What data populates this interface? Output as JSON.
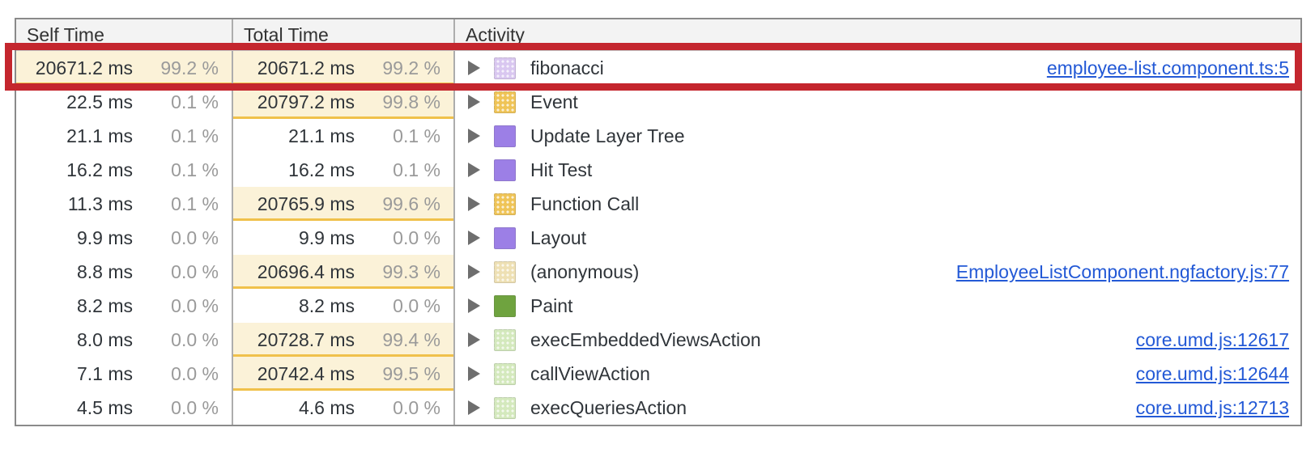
{
  "panel": "performance-call-tree",
  "colors": {
    "highlight_red": "#c4262e",
    "hot_cell_background": "#fbf2d8",
    "hot_cell_underline": "#f0c14b",
    "link_blue": "#2359d6"
  },
  "icons": {
    "js-frame": {
      "color": "#d9c7f0",
      "textured": true
    },
    "scripting-event": {
      "color": "#efc457",
      "textured": true
    },
    "rendering": {
      "color": "#9c7fe6",
      "textured": false
    },
    "painting": {
      "color": "#6fa33f",
      "textured": false
    },
    "anonymous-frame": {
      "color": "#eee0b4",
      "textured": true
    },
    "green-action": {
      "color": "#d4e9bd",
      "textured": true
    }
  },
  "table": {
    "columns": [
      {
        "label": "Self Time"
      },
      {
        "label": "Total Time"
      },
      {
        "label": "Activity"
      }
    ],
    "rows": [
      {
        "self_time": "20671.2 ms",
        "self_pct": "99.2 %",
        "self_hot": true,
        "total_time": "20671.2 ms",
        "total_pct": "99.2 %",
        "total_hot": true,
        "activity": "fibonacci",
        "icon": "js-frame",
        "link": "employee-list.component.ts:5",
        "highlighted": true
      },
      {
        "self_time": "22.5 ms",
        "self_pct": "0.1 %",
        "self_hot": false,
        "total_time": "20797.2 ms",
        "total_pct": "99.8 %",
        "total_hot": true,
        "activity": "Event",
        "icon": "scripting-event",
        "link": "",
        "highlighted": false
      },
      {
        "self_time": "21.1 ms",
        "self_pct": "0.1 %",
        "self_hot": false,
        "total_time": "21.1 ms",
        "total_pct": "0.1 %",
        "total_hot": false,
        "activity": "Update Layer Tree",
        "icon": "rendering",
        "link": "",
        "highlighted": false
      },
      {
        "self_time": "16.2 ms",
        "self_pct": "0.1 %",
        "self_hot": false,
        "total_time": "16.2 ms",
        "total_pct": "0.1 %",
        "total_hot": false,
        "activity": "Hit Test",
        "icon": "rendering",
        "link": "",
        "highlighted": false
      },
      {
        "self_time": "11.3 ms",
        "self_pct": "0.1 %",
        "self_hot": false,
        "total_time": "20765.9 ms",
        "total_pct": "99.6 %",
        "total_hot": true,
        "activity": "Function Call",
        "icon": "scripting-event",
        "link": "",
        "highlighted": false
      },
      {
        "self_time": "9.9 ms",
        "self_pct": "0.0 %",
        "self_hot": false,
        "total_time": "9.9 ms",
        "total_pct": "0.0 %",
        "total_hot": false,
        "activity": "Layout",
        "icon": "rendering",
        "link": "",
        "highlighted": false
      },
      {
        "self_time": "8.8 ms",
        "self_pct": "0.0 %",
        "self_hot": false,
        "total_time": "20696.4 ms",
        "total_pct": "99.3 %",
        "total_hot": true,
        "activity": "(anonymous)",
        "icon": "anonymous-frame",
        "link": "EmployeeListComponent.ngfactory.js:77",
        "highlighted": false
      },
      {
        "self_time": "8.2 ms",
        "self_pct": "0.0 %",
        "self_hot": false,
        "total_time": "8.2 ms",
        "total_pct": "0.0 %",
        "total_hot": false,
        "activity": "Paint",
        "icon": "painting",
        "link": "",
        "highlighted": false
      },
      {
        "self_time": "8.0 ms",
        "self_pct": "0.0 %",
        "self_hot": false,
        "total_time": "20728.7 ms",
        "total_pct": "99.4 %",
        "total_hot": true,
        "activity": "execEmbeddedViewsAction",
        "icon": "green-action",
        "link": "core.umd.js:12617",
        "highlighted": false
      },
      {
        "self_time": "7.1 ms",
        "self_pct": "0.0 %",
        "self_hot": false,
        "total_time": "20742.4 ms",
        "total_pct": "99.5 %",
        "total_hot": true,
        "activity": "callViewAction",
        "icon": "green-action",
        "link": "core.umd.js:12644",
        "highlighted": false
      },
      {
        "self_time": "4.5 ms",
        "self_pct": "0.0 %",
        "self_hot": false,
        "total_time": "4.6 ms",
        "total_pct": "0.0 %",
        "total_hot": false,
        "activity": "execQueriesAction",
        "icon": "green-action",
        "link": "core.umd.js:12713",
        "highlighted": false
      }
    ]
  }
}
